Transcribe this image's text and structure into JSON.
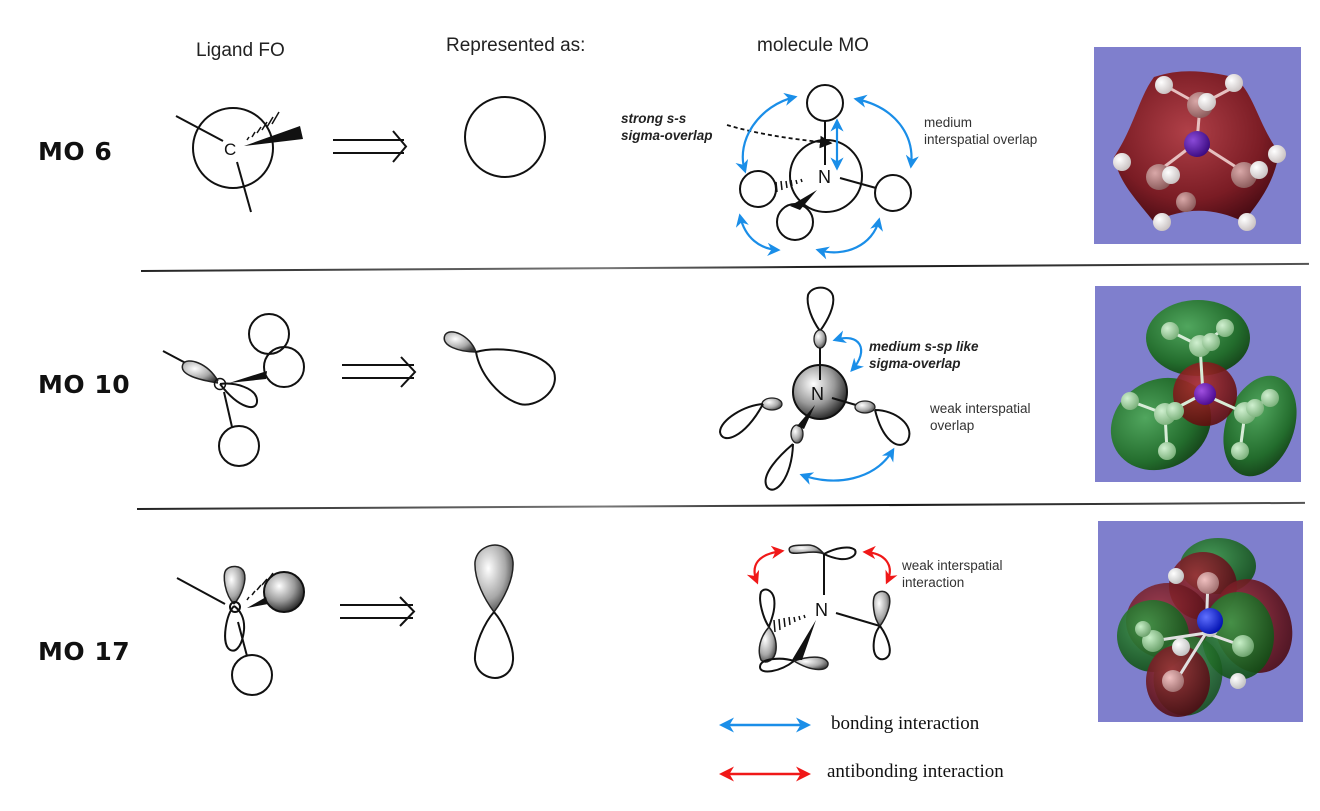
{
  "columns": {
    "ligand_fo": "Ligand FO",
    "represented_as": "Represented as:",
    "molecule_mo": "molecule MO"
  },
  "rows": [
    {
      "label": "MO 6",
      "ligand_atom": "C",
      "center_atom": "N",
      "notes": {
        "strong": "strong s-s\nsigma-overlap",
        "interspatial": "medium\ninterspatial overlap"
      },
      "render_colors": {
        "lobe": "#7a1c24",
        "center_atom": "#4b1390"
      }
    },
    {
      "label": "MO 10",
      "center_atom": "N",
      "notes": {
        "strong": "medium s-sp like\nsigma-overlap",
        "interspatial": "weak interspatial\noverlap"
      },
      "render_colors": {
        "lobe": "#1e6b24",
        "center_lobe": "#7a1a18",
        "center_atom": "#6a1ea0"
      }
    },
    {
      "label": "MO 17",
      "center_atom": "N",
      "notes": {
        "interspatial": "weak interspatial\ninteraction"
      },
      "render_colors": {
        "lobe_pos": "#1e6b24",
        "lobe_neg": "#7a1a22",
        "center_atom": "#1020e0"
      }
    }
  ],
  "legend": {
    "bonding": {
      "label": "bonding interaction",
      "color": "#1a8ee8"
    },
    "antibonding": {
      "label": "antibonding interaction",
      "color": "#f01818"
    }
  },
  "render_background": "#7f7fcd"
}
